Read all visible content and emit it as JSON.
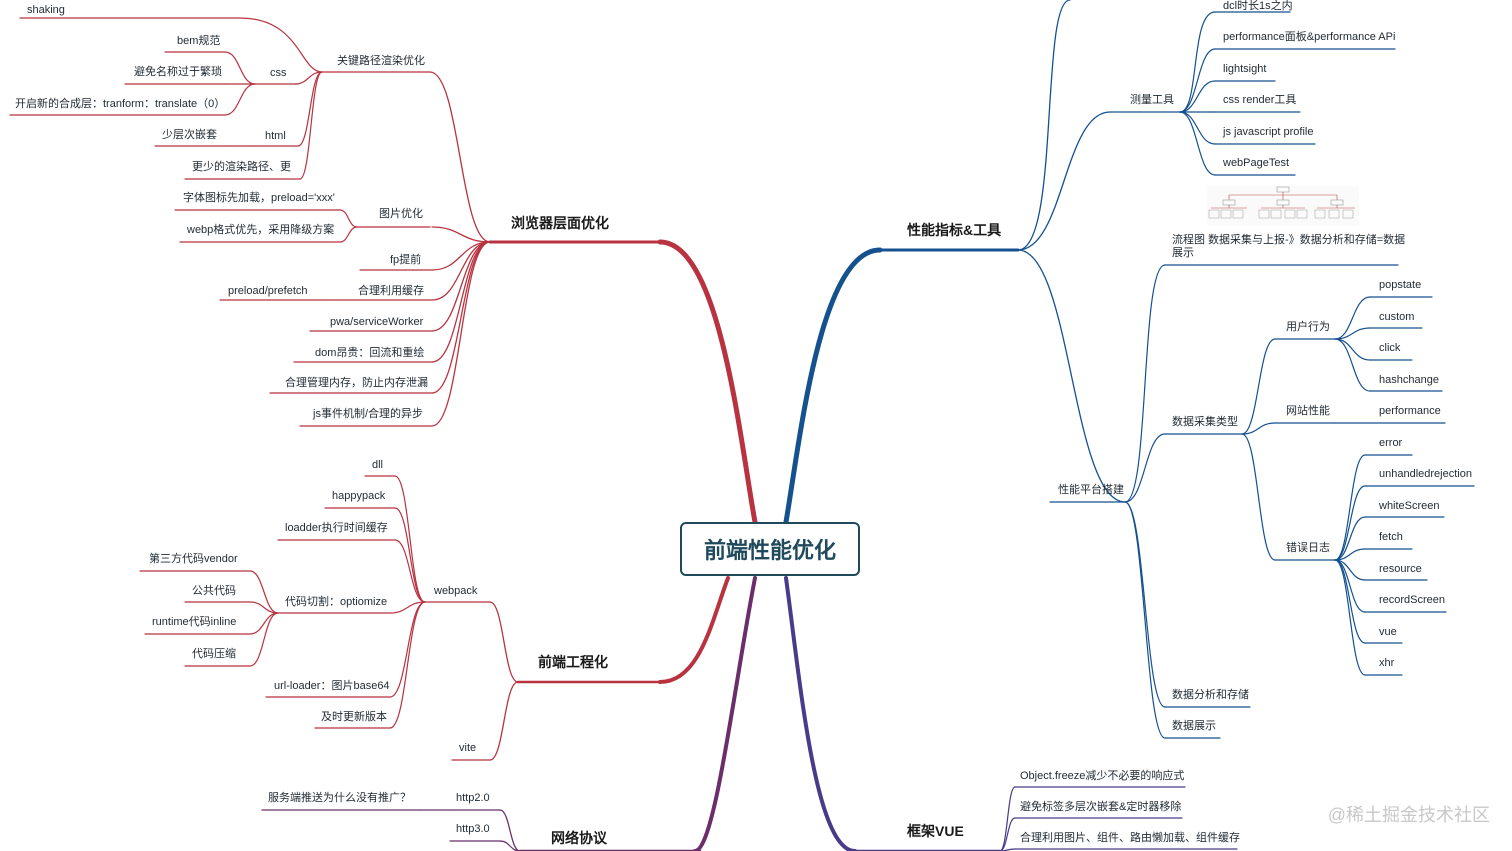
{
  "root": {
    "title": "前端性能优化"
  },
  "colors": {
    "browser": "#b8323f",
    "engineering": "#b8323f",
    "network": "#6a2e6a",
    "metrics": "#15508f",
    "vue": "#4a3a8a"
  },
  "branches": {
    "browser": {
      "label": "浏览器层面优化",
      "nodes": {
        "shaking": "shaking",
        "critical": "关键路径渲染优化",
        "css": "css",
        "bem": "bem规范",
        "avoid_names": "避免名称过于繁琐",
        "composite": "开启新的合成层：tranform：translate（0）",
        "html": "html",
        "less_nesting": "少层次嵌套",
        "shorter_path": "更少的渲染路径、更",
        "image_opt": "图片优化",
        "font_icon": "字体图标先加载，preload='xxx'",
        "webp": "webp格式优先，采用降级方案",
        "fp": "fp提前",
        "cache": "合理利用缓存",
        "preload": "preload/prefetch",
        "pwa": "pwa/serviceWorker",
        "dom": "dom昂贵：回流和重绘",
        "memory": "合理管理内存，防止内存泄漏",
        "js_event": "js事件机制/合理的异步"
      }
    },
    "engineering": {
      "label": "前端工程化",
      "nodes": {
        "webpack": "webpack",
        "dll": "dll",
        "happypack": "happypack",
        "loader_cache": "loadder执行时间缓存",
        "split": "代码切割：optiomize",
        "vendor": "第三方代码vendor",
        "common": "公共代码",
        "runtime": "runtime代码inline",
        "compress": "代码压缩",
        "url_loader": "url-loader：图片base64",
        "update": "及时更新版本",
        "vite": "vite"
      }
    },
    "network": {
      "label": "网络协议",
      "nodes": {
        "http2": "http2.0",
        "push": "服务端推送为什么没有推广？",
        "http3": "http3.0"
      }
    },
    "metrics": {
      "label": "性能指标&工具",
      "nodes": {
        "dcl": "dcl时长1s之内",
        "tools": "测量工具",
        "perf_panel": "performance面板&performance APi",
        "lightsight": "lightsight",
        "css_render": "css render工具",
        "js_profile": "js javascript profile",
        "webpagetest": "webPageTest",
        "flow_line1": "流程图 数据采集与上报-》数据分析和存储=数据",
        "flow_line2": "展示",
        "platform": "性能平台搭建",
        "collect_types": "数据采集类型",
        "user_behavior": "用户行为",
        "popstate": "popstate",
        "custom": "custom",
        "click": "click",
        "hashchange": "hashchange",
        "site_perf": "网站性能",
        "performance": "performance",
        "error_log": "错误日志",
        "error": "error",
        "unhandled": "unhandledrejection",
        "whitescreen": "whiteScreen",
        "fetch": "fetch",
        "resource": "resource",
        "record": "recordScreen",
        "vue": "vue",
        "xhr": "xhr",
        "analysis": "数据分析和存储",
        "display": "数据展示"
      }
    },
    "vue": {
      "label": "框架VUE",
      "nodes": {
        "freeze": "Object.freeze减少不必要的响应式",
        "avoid_nesting": "避免标签多层次嵌套&定时器移除",
        "lazy": "合理利用图片、组件、路由懒加载、组件缓存"
      }
    }
  },
  "watermark": "@稀土掘金技术社区"
}
